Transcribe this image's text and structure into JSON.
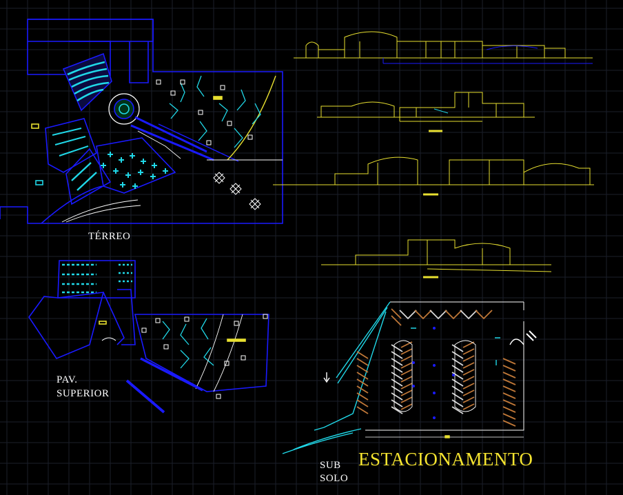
{
  "drawing": {
    "background": "#000000",
    "grid_color": "#1b1f2a",
    "colors": {
      "plan_blue": "#1a1aff",
      "plan_cyan": "#20d8e8",
      "elevation_yellow": "#e8e030",
      "parking_orange": "#c07838",
      "label_white": "#ffffff",
      "title_yellow": "#f5e430"
    }
  },
  "labels": {
    "terreo": "TÉRREO",
    "pav_superior_line1": "PAV.",
    "pav_superior_line2": "SUPERIOR",
    "sub_solo_line1": "SUB",
    "sub_solo_line2": "SOLO",
    "estacionamento": "ESTACIONAMENTO"
  }
}
